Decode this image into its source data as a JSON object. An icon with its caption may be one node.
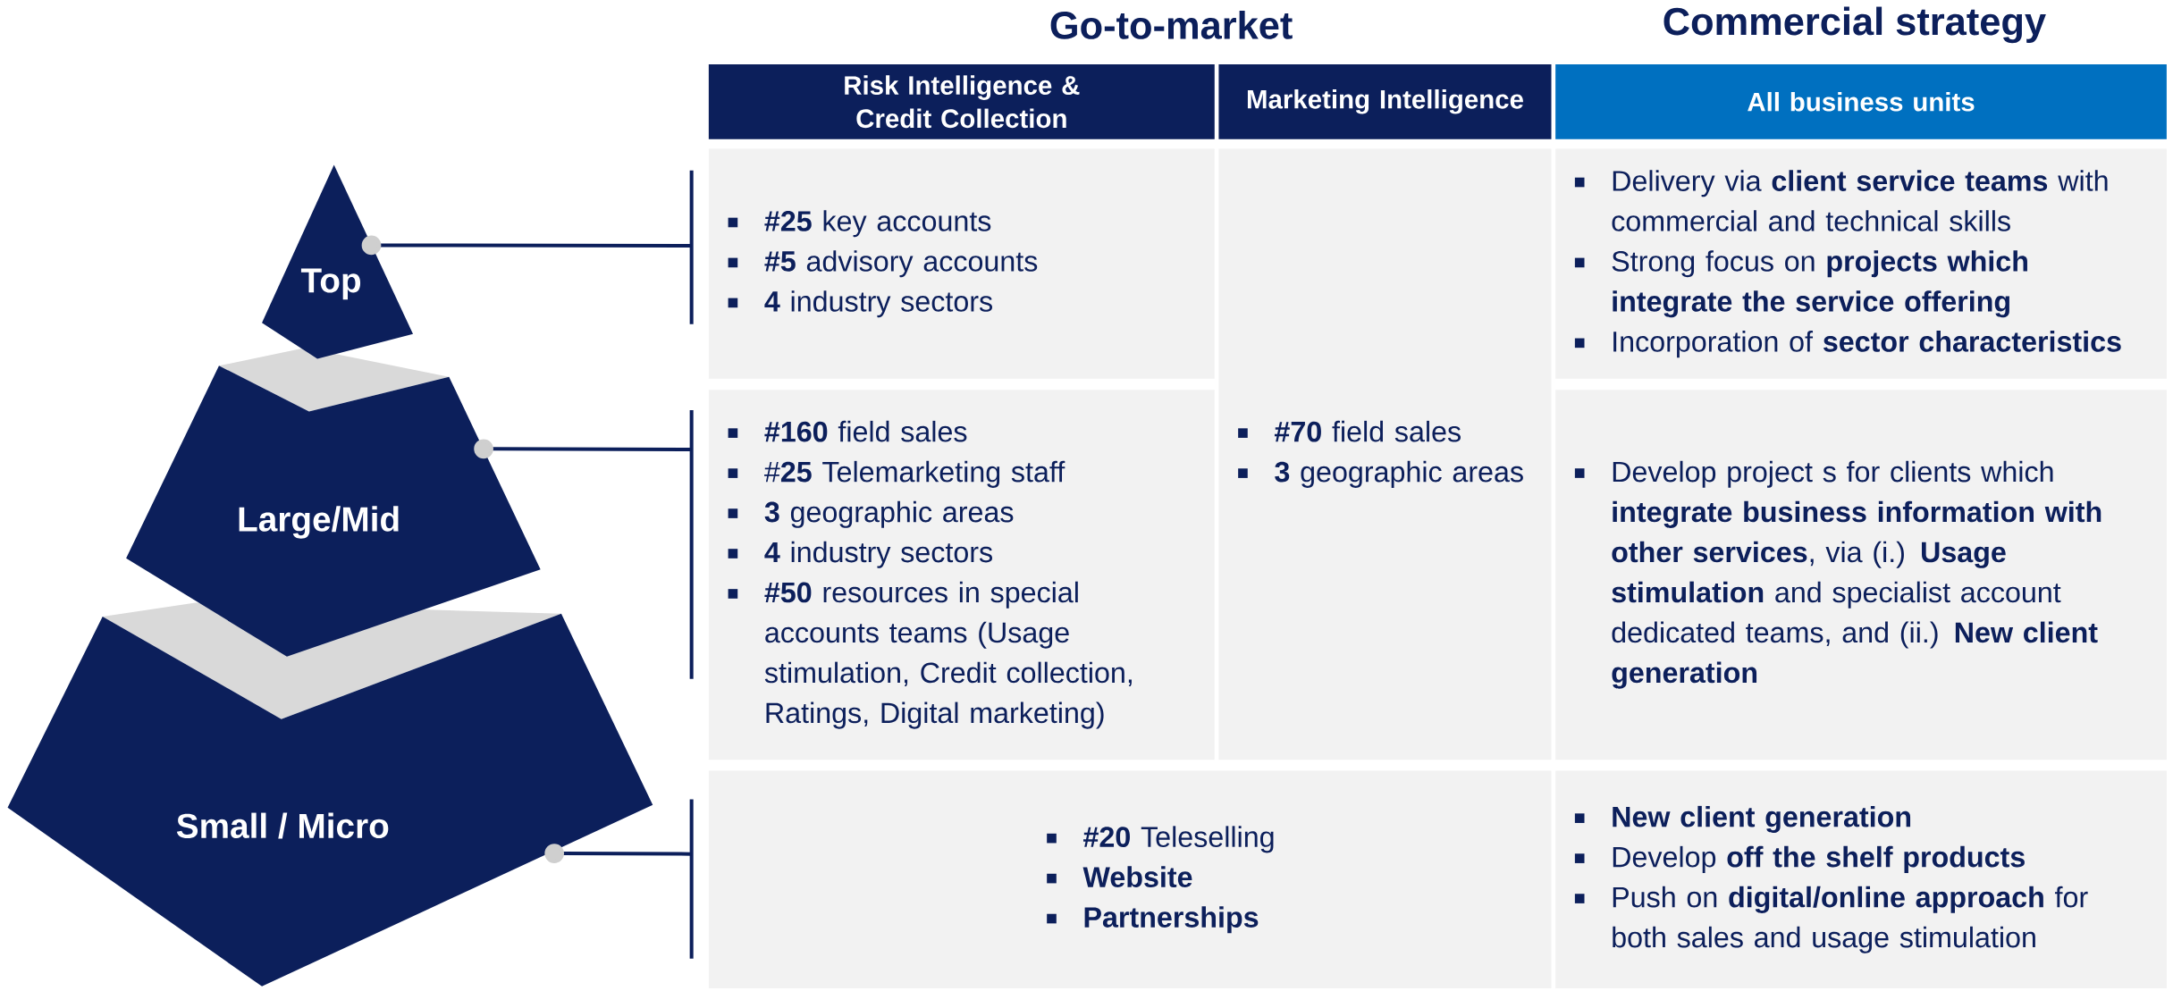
{
  "diagram": {
    "nodes": [
      {
        "text": [
          "Top"
        ]
      },
      {
        "text": [
          "Large/Mid"
        ]
      },
      {
        "text": [
          "Small / Micro"
        ]
      },
      {
        "text": [
          "Risk Intelligence & Credit Collection"
        ]
      },
      {
        "text": [
          "Marketing Intelligence"
        ]
      },
      {
        "text": [
          "All business units"
        ]
      },
      {
        "text": [
          "**#25** key accounts",
          "**#5** advisory accounts",
          "**4** industry sectors"
        ]
      },
      {
        "text": [
          "**#70** field sales",
          "**3** geographic areas"
        ]
      },
      {
        "text": [
          "Delivery via **client service teams** with commercial and technical skills",
          "Strong focus on **projects which integrate the service offering**",
          "Incorporation of **sector characteristics**"
        ]
      },
      {
        "text": [
          "**#160** field sales",
          "#**25** Telemarketing staff",
          "**3** geographic areas",
          "**4** industry sectors",
          "**#50** resources in special accounts teams (Usage stimulation, Credit collection, Ratings, Digital marketing)"
        ]
      },
      {
        "text": [
          "Develop project s for clients which **integrate business information with other services**, via (i.) **Usage stimulation** and specialist account dedicated teams, and (ii.) **New client generation**"
        ]
      },
      {
        "text": [
          "**#20** Teleselling",
          "**Website**",
          "**Partnerships**"
        ]
      },
      {
        "text": [
          "**New client generation**",
          "Develop **off the shelf products**",
          "Push on **digital/online approach** for both sales and usage stimulation"
        ]
      }
    ],
    "edges": [
      {
        "from": 0,
        "to": 6,
        "arrow": "other"
      },
      {
        "from": 1,
        "to": 9,
        "arrow": "other"
      },
      {
        "from": 2,
        "to": 11,
        "arrow": "other"
      }
    ],
    "labels": [
      "Go-to-market",
      "Commercial strategy"
    ]
  }
}
